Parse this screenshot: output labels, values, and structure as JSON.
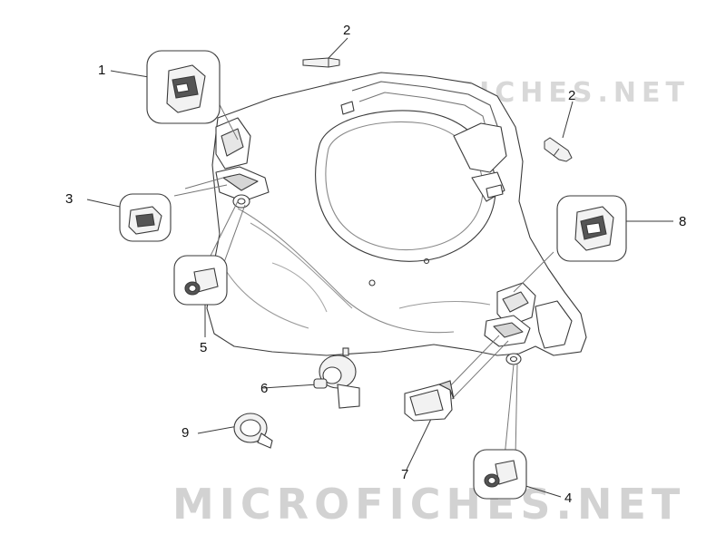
{
  "watermark": {
    "top": "MICROFICHES.NET",
    "bottom": "MICROFICHES.NET"
  },
  "callouts": [
    {
      "id": "c1",
      "text": "1"
    },
    {
      "id": "c2a",
      "text": "2"
    },
    {
      "id": "c2b",
      "text": "2"
    },
    {
      "id": "c3",
      "text": "3"
    },
    {
      "id": "c4",
      "text": "4"
    },
    {
      "id": "c5",
      "text": "5"
    },
    {
      "id": "c6",
      "text": "6"
    },
    {
      "id": "c7",
      "text": "7"
    },
    {
      "id": "c8",
      "text": "8"
    },
    {
      "id": "c9",
      "text": "9"
    }
  ],
  "colors": {
    "line": "#3a3a3a",
    "light_line": "#9a9a9a",
    "part_fill": "#f2f2f2",
    "dark_fill": "#555555",
    "watermark": "#d2d2d2"
  }
}
